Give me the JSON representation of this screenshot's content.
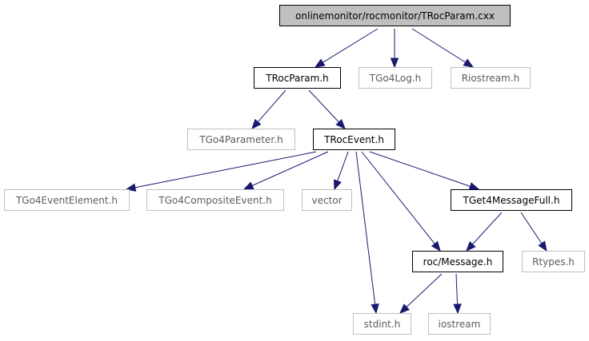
{
  "graph": {
    "edge_color": "#191970",
    "nodes": {
      "root": {
        "label": "onlinemonitor/rocmonitor/TRocParam.cxx",
        "kind": "root"
      },
      "trocparam_h": {
        "label": "TRocParam.h",
        "kind": "local"
      },
      "tgo4log_h": {
        "label": "TGo4Log.h",
        "kind": "external"
      },
      "riostream_h": {
        "label": "Riostream.h",
        "kind": "external"
      },
      "tgo4parameter_h": {
        "label": "TGo4Parameter.h",
        "kind": "external"
      },
      "trocevent_h": {
        "label": "TRocEvent.h",
        "kind": "local"
      },
      "tgo4eventelement_h": {
        "label": "TGo4EventElement.h",
        "kind": "external"
      },
      "tgo4compositeevent_h": {
        "label": "TGo4CompositeEvent.h",
        "kind": "external"
      },
      "vector": {
        "label": "vector",
        "kind": "external"
      },
      "tget4messagefull_h": {
        "label": "TGet4MessageFull.h",
        "kind": "local"
      },
      "roc_message_h": {
        "label": "roc/Message.h",
        "kind": "local"
      },
      "rtypes_h": {
        "label": "Rtypes.h",
        "kind": "external"
      },
      "stdint_h": {
        "label": "stdint.h",
        "kind": "external"
      },
      "iostream": {
        "label": "iostream",
        "kind": "external"
      }
    },
    "edges": [
      [
        "root",
        "trocparam_h"
      ],
      [
        "root",
        "tgo4log_h"
      ],
      [
        "root",
        "riostream_h"
      ],
      [
        "trocparam_h",
        "tgo4parameter_h"
      ],
      [
        "trocparam_h",
        "trocevent_h"
      ],
      [
        "trocevent_h",
        "tgo4eventelement_h"
      ],
      [
        "trocevent_h",
        "tgo4compositeevent_h"
      ],
      [
        "trocevent_h",
        "vector"
      ],
      [
        "trocevent_h",
        "tget4messagefull_h"
      ],
      [
        "trocevent_h",
        "roc_message_h"
      ],
      [
        "trocevent_h",
        "stdint_h"
      ],
      [
        "tget4messagefull_h",
        "roc_message_h"
      ],
      [
        "tget4messagefull_h",
        "rtypes_h"
      ],
      [
        "roc_message_h",
        "stdint_h"
      ],
      [
        "roc_message_h",
        "iostream"
      ]
    ]
  }
}
